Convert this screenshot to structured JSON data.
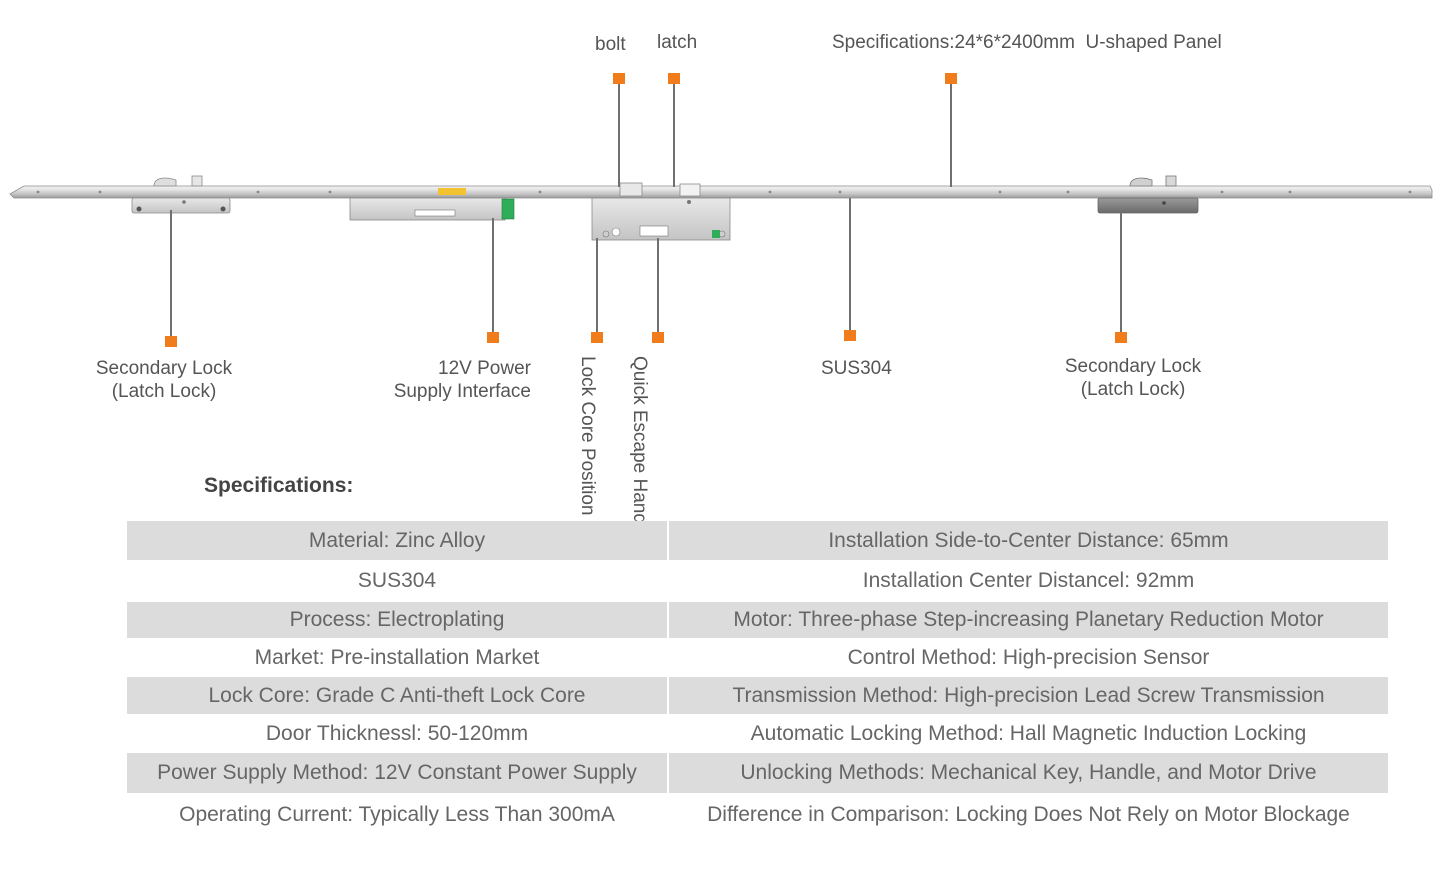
{
  "callouts": {
    "bolt": "bolt",
    "latch": "latch",
    "panel_spec": "Specifications:24*6*2400mm  U-shaped Panel",
    "secondary_left_1": "Secondary Lock",
    "secondary_left_2": "(Latch Lock)",
    "power_1": "12V Power",
    "power_2": "Supply Interface",
    "lock_core_1": "Lock Core",
    "lock_core_2": "Position",
    "escape_1": "Quick Escape",
    "escape_2": "Handle",
    "sus": "SUS304",
    "secondary_right_1": "Secondary Lock",
    "secondary_right_2": "(Latch Lock)"
  },
  "colors": {
    "marker": "#f07c1c",
    "row_shade": "#dcdcdc",
    "connector": "#2fae5a",
    "label_sticker": "#f2c230"
  },
  "specifications": {
    "title": "Specifications:",
    "rows": [
      {
        "left": "Material: Zinc Alloy",
        "right": "Installation Side-to-Center Distance: 65mm"
      },
      {
        "left": "SUS304",
        "right": "Installation Center Distancel: 92mm"
      },
      {
        "left": "Process: Electroplating",
        "right": "Motor: Three-phase Step-increasing Planetary Reduction Motor"
      },
      {
        "left": "Market: Pre-installation Market",
        "right": "Control Method: High-precision Sensor"
      },
      {
        "left": "Lock Core: Grade C Anti-theft Lock Core",
        "right": "Transmission Method: High-precision Lead Screw Transmission"
      },
      {
        "left": "Door Thicknessl: 50-120mm",
        "right": "Automatic Locking Method: Hall Magnetic Induction Locking"
      },
      {
        "left": "Power Supply Method: 12V Constant Power Supply",
        "right": "Unlocking Methods: Mechanical Key, Handle, and Motor Drive"
      },
      {
        "left": "Operating Current: Typically Less Than 300mA",
        "right": "Difference in Comparison: Locking Does Not Rely on Motor Blockage"
      }
    ]
  }
}
